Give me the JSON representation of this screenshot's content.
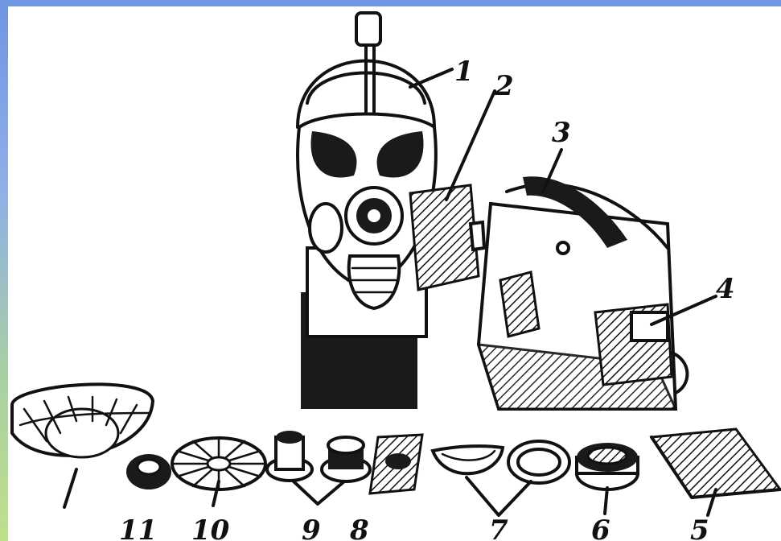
{
  "labels": {
    "l1": "1",
    "l2": "2",
    "l3": "3",
    "l4": "4",
    "l5": "5",
    "l6": "6",
    "l7": "7",
    "l8": "8",
    "l9": "9",
    "l10": "10",
    "l11": "11"
  },
  "colors": {
    "frame_top": "#6f95e4",
    "frame_bottom": "#bfe08a",
    "ink": "#111111",
    "paper": "#ffffff"
  }
}
